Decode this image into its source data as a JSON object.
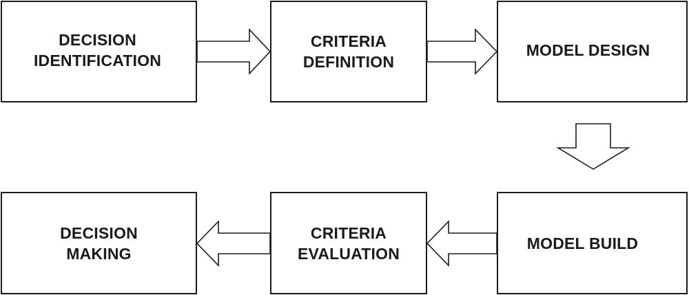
{
  "diagram": {
    "boxes": [
      {
        "id": "decision-identification",
        "label": "DECISION\nIDENTIFICATION"
      },
      {
        "id": "criteria-definition",
        "label": "CRITERIA\nDEFINITION"
      },
      {
        "id": "model-design",
        "label": "MODEL DESIGN"
      },
      {
        "id": "model-build",
        "label": "MODEL BUILD"
      },
      {
        "id": "criteria-evaluation",
        "label": "CRITERIA\nEVALUATION"
      },
      {
        "id": "decision-making",
        "label": "DECISION\nMAKING"
      }
    ],
    "arrows": [
      {
        "from": "decision-identification",
        "to": "criteria-definition",
        "direction": "right"
      },
      {
        "from": "criteria-definition",
        "to": "model-design",
        "direction": "right"
      },
      {
        "from": "model-design",
        "to": "model-build",
        "direction": "down"
      },
      {
        "from": "model-build",
        "to": "criteria-evaluation",
        "direction": "left"
      },
      {
        "from": "criteria-evaluation",
        "to": "decision-making",
        "direction": "left"
      }
    ],
    "colors": {
      "stroke": "#1a1a1a",
      "fill": "#ffffff",
      "text": "#1a1a1a"
    }
  }
}
